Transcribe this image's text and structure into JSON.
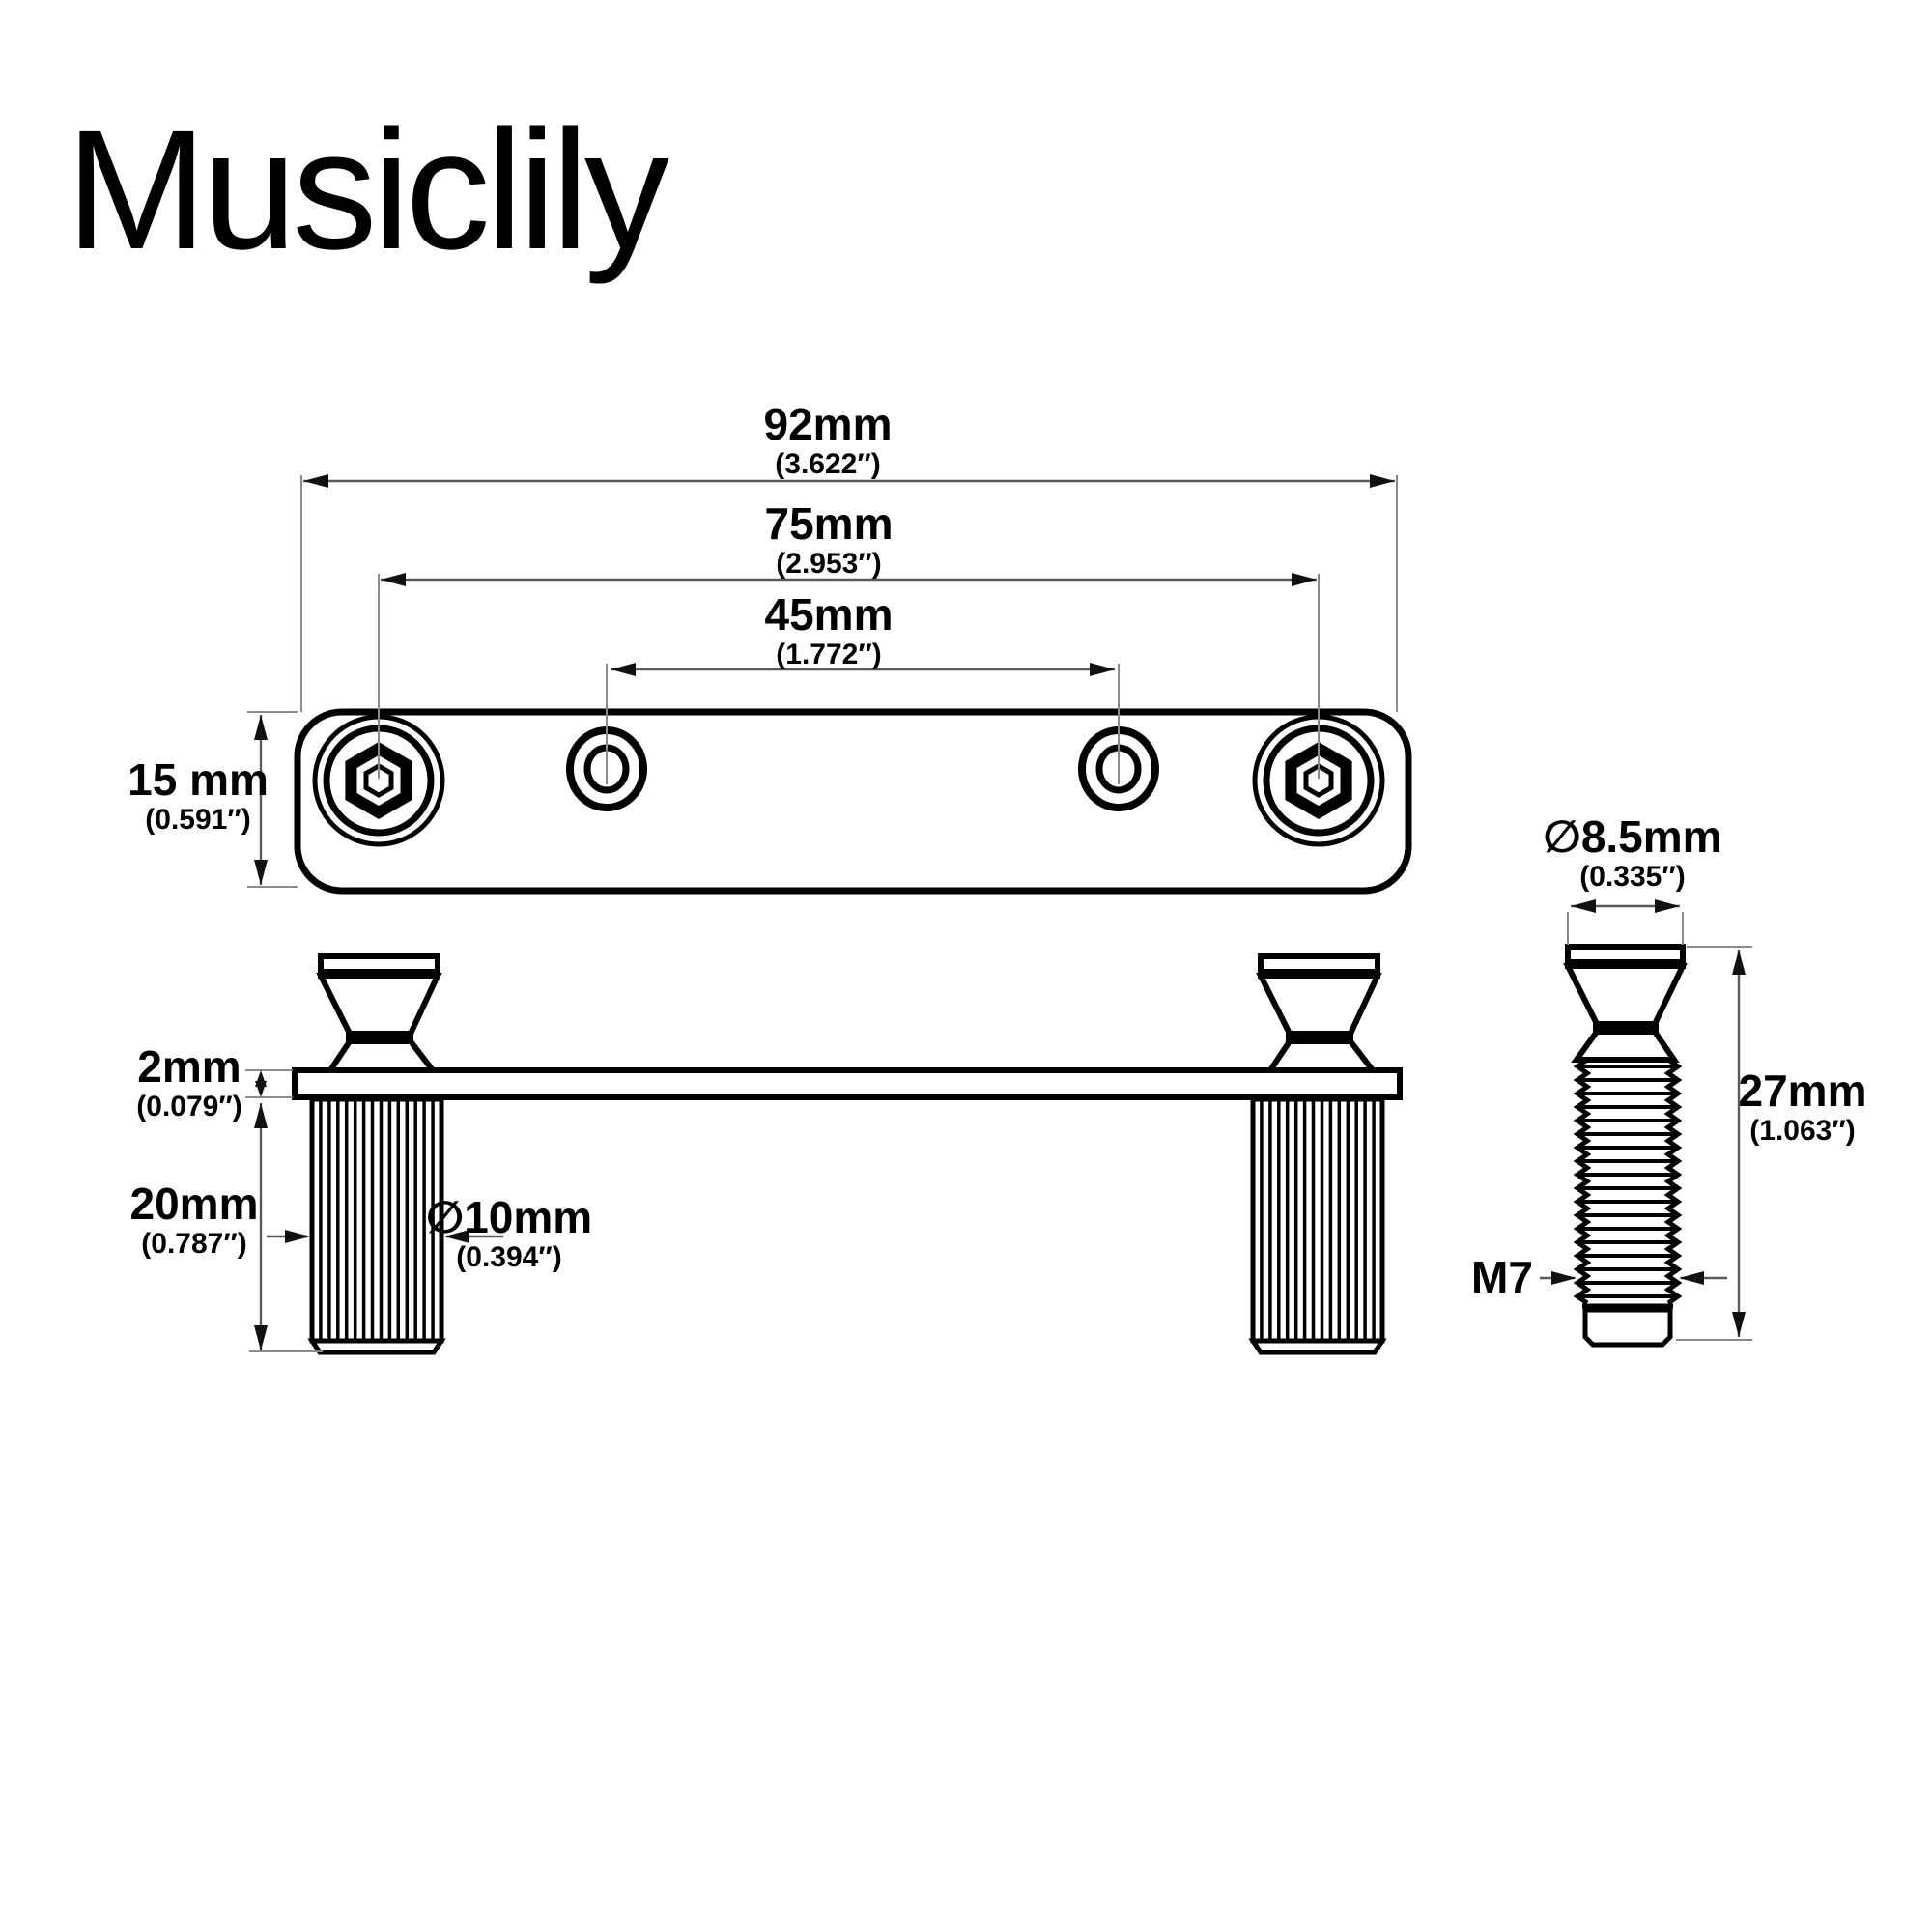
{
  "brand": "Musiclily",
  "dimensions": {
    "total_width": {
      "value": "92mm",
      "inches": "(3.622″)"
    },
    "stud_spacing": {
      "value": "75mm",
      "inches": "(2.953″)"
    },
    "hole_spacing": {
      "value": "45mm",
      "inches": "(1.772″)"
    },
    "plate_height": {
      "value": "15 mm",
      "inches": "(0.591″)"
    },
    "plate_thickness": {
      "value": "2mm",
      "inches": "(0.079″)"
    },
    "post_length": {
      "value": "20mm",
      "inches": "(0.787″)"
    },
    "post_diameter": {
      "value": "∅10mm",
      "inches": "(0.394″)"
    },
    "stud_head_diameter": {
      "value": "∅8.5mm",
      "inches": "(0.335″)"
    },
    "stud_length": {
      "value": "27mm",
      "inches": "(1.063″)"
    },
    "thread_size": "M7"
  }
}
